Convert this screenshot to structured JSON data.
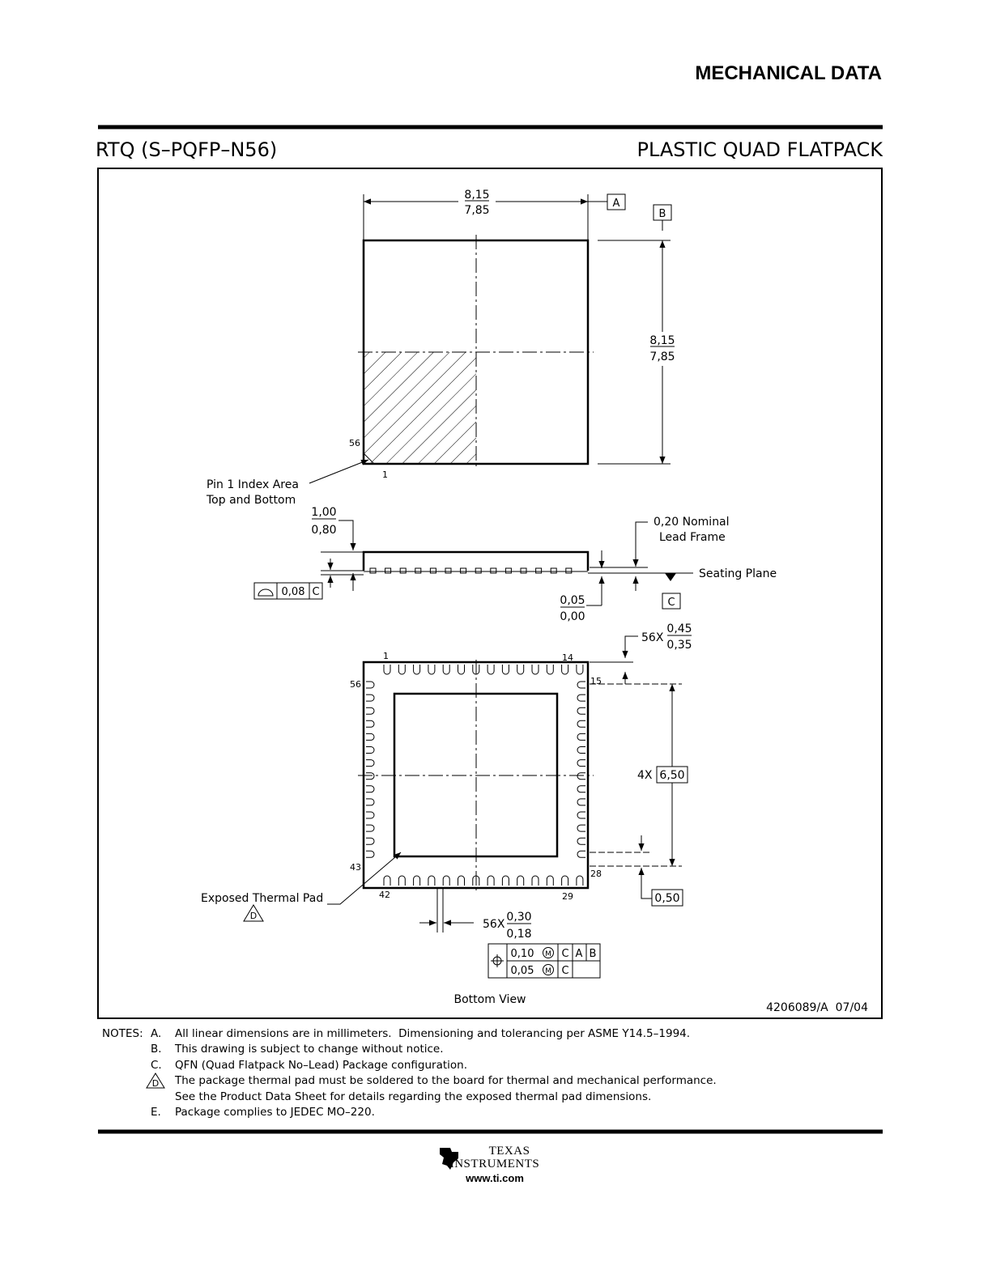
{
  "header": {
    "section_title": "MECHANICAL DATA",
    "package_code": "RTQ (S–PQFP–N56)",
    "package_type": "PLASTIC QUAD FLATPACK"
  },
  "top_view": {
    "width_max": "8,15",
    "width_min": "7,85",
    "height_max": "8,15",
    "height_min": "7,85",
    "datum_a": "A",
    "datum_b": "B",
    "pin_56": "56",
    "pin_1": "1",
    "pin1_label_line1": "Pin 1 Index Area",
    "pin1_label_line2": "Top and Bottom"
  },
  "side_view": {
    "thickness_max": "1,00",
    "thickness_min": "0,80",
    "lead_frame_line1": "0,20 Nominal",
    "lead_frame_line2": "Lead Frame",
    "seating_plane": "Seating Plane",
    "datum_c": "C",
    "coplanarity_value": "0,08",
    "coplanarity_datum": "C",
    "standoff_max": "0,05",
    "standoff_min": "0,00"
  },
  "bottom_view": {
    "pin_1": "1",
    "pin_14": "14",
    "pin_15": "15",
    "pin_56": "56",
    "pin_43": "43",
    "pin_42": "42",
    "pin_29": "29",
    "pin_28": "28",
    "lead_width_qty": "56X",
    "lead_width_max": "0,45",
    "lead_width_min": "0,35",
    "span_qty": "4X",
    "span_value": "6,50",
    "pitch_value": "0,50",
    "lead_len_qty": "56X",
    "lead_len_max": "0,30",
    "lead_len_min": "0,18",
    "tol_row1_value": "0,10",
    "tol_row1_datums": [
      "C",
      "A",
      "B"
    ],
    "tol_row2_value": "0,05",
    "tol_row2_datums": [
      "C"
    ],
    "modifier": "M",
    "thermal_pad_label": "Exposed Thermal Pad",
    "thermal_pad_note": "D",
    "view_label": "Bottom View",
    "drawing_id": "4206089/A  07/04"
  },
  "notes": {
    "heading": "NOTES:",
    "items": [
      {
        "letter": "A.",
        "lines": [
          "All linear dimensions are in millimeters.  Dimensioning and tolerancing per ASME Y14.5–1994."
        ]
      },
      {
        "letter": "B.",
        "lines": [
          "This drawing is subject to change without notice."
        ]
      },
      {
        "letter": "C.",
        "lines": [
          "QFN (Quad Flatpack No–Lead) Package configuration."
        ]
      },
      {
        "letter": "D",
        "lines": [
          "The package thermal pad must be soldered to the board for thermal and mechanical performance.",
          "See the Product Data Sheet for details regarding the exposed thermal pad dimensions."
        ]
      },
      {
        "letter": "E.",
        "lines": [
          "Package complies to JEDEC MO–220."
        ]
      }
    ]
  },
  "footer": {
    "brand_line1": "TEXAS",
    "brand_line2": "INSTRUMENTS",
    "url": "www.ti.com"
  }
}
